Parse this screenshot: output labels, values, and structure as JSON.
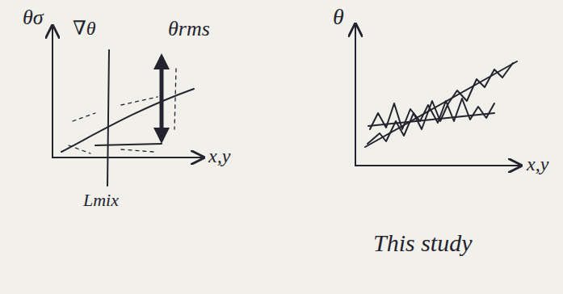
{
  "diagram": {
    "labels": [
      "θσ",
      "∇θ",
      "θrms",
      "x,y",
      "Lmix",
      "θ",
      "x,y",
      "This study"
    ]
  }
}
